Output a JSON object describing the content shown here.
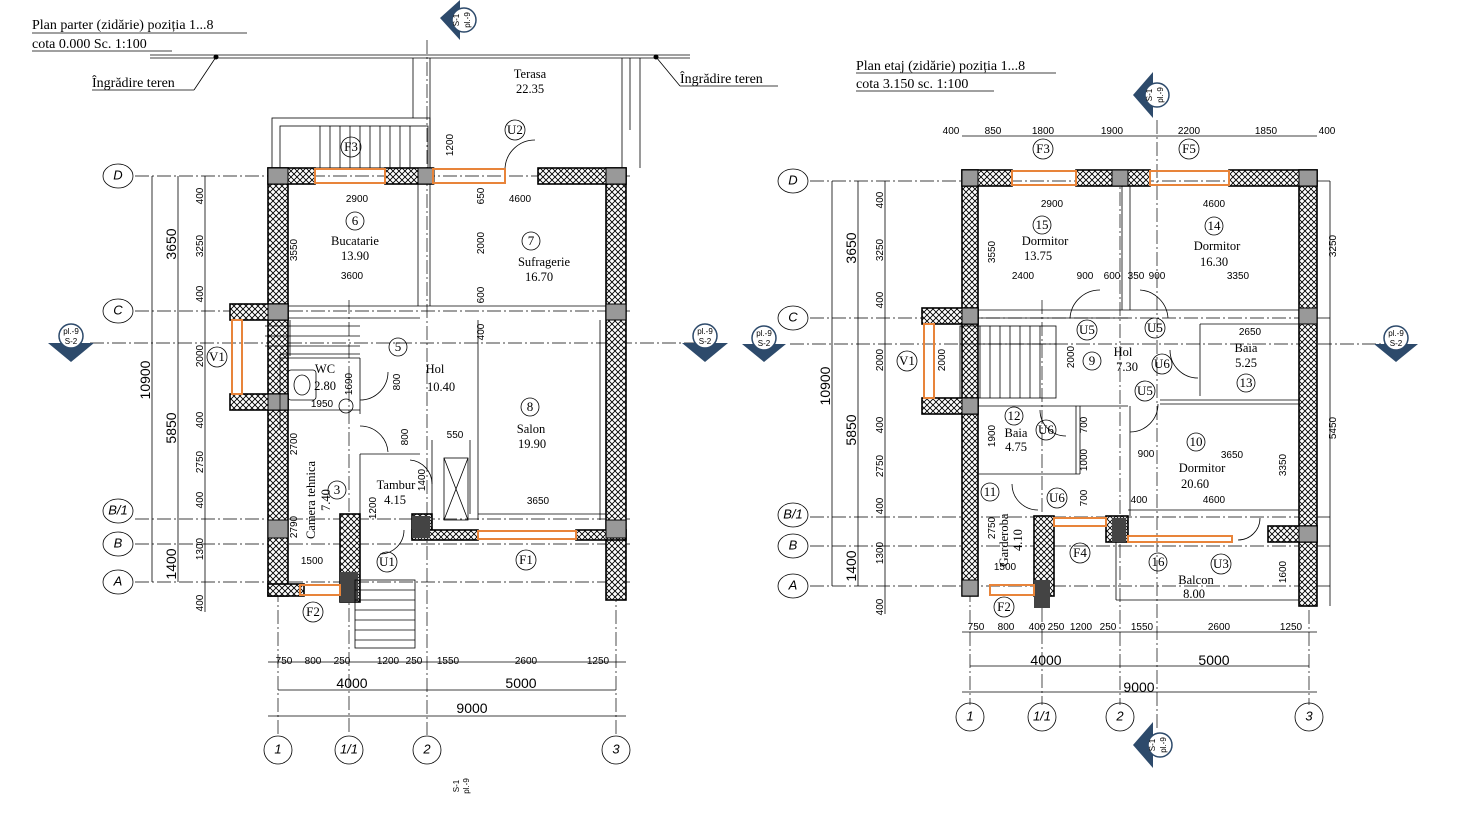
{
  "ground": {
    "title_line1": "Plan parter (zidărie) poziția 1...8",
    "title_line2": "cota  0.000 Sc. 1:100",
    "fence_left": "Îngrădire teren",
    "fence_right": "Îngrădire teren",
    "terrace": {
      "name": "Terasa",
      "area": "22.35"
    },
    "rooms": [
      {
        "num": "6",
        "name": "Bucatarie",
        "area": "13.90"
      },
      {
        "num": "7",
        "name": "Sufragerie",
        "area": "16.70"
      },
      {
        "num": "5",
        "name": "Hol",
        "area": "10.40"
      },
      {
        "num": "8",
        "name": "Salon",
        "area": "19.90"
      },
      {
        "num": "3",
        "name": "Tambur",
        "area": "4.15"
      },
      {
        "num": "",
        "name": "WC",
        "area": "2.80"
      },
      {
        "num": "",
        "name": "Camera tehnica",
        "area": "7.40"
      }
    ],
    "openings": [
      "F3",
      "U2",
      "V1",
      "U1",
      "F1",
      "F2"
    ],
    "top_dims": [
      "2900",
      "4600",
      "3600"
    ],
    "inner_dims": [
      "1200",
      "650",
      "2000",
      "600",
      "400",
      "1950",
      "800",
      "800",
      "550",
      "1400",
      "1200",
      "2700",
      "2790",
      "1500",
      "3650",
      "1690",
      "3550"
    ],
    "left_dims_small": [
      "400",
      "3250",
      "400",
      "2000",
      "400",
      "2750",
      "400",
      "1300",
      "400"
    ],
    "left_dims_mid": [
      "3650",
      "5850",
      "1400"
    ],
    "left_dim_total": "10900",
    "bottom_dims_small": [
      "750",
      "800",
      "250",
      "1200",
      "250",
      "1550",
      "2600",
      "1250"
    ],
    "bottom_dims_mid": [
      "4000",
      "5000"
    ],
    "bottom_dim_total": "9000",
    "axes_h": [
      "D",
      "C",
      "B/1",
      "B",
      "A"
    ],
    "axes_v": [
      "1",
      "1/1",
      "2",
      "3"
    ]
  },
  "upper": {
    "title_line1": "Plan etaj (zidărie) poziția 1...8",
    "title_line2": "cota  3.150 sc. 1:100",
    "rooms": [
      {
        "num": "15",
        "name": "Dormitor",
        "area": "13.75"
      },
      {
        "num": "14",
        "name": "Dormitor",
        "area": "16.30"
      },
      {
        "num": "9",
        "name": "Hol",
        "area": "7.30"
      },
      {
        "num": "13",
        "name": "Baia",
        "area": "5.25"
      },
      {
        "num": "12",
        "name": "Baia",
        "area": "4.75"
      },
      {
        "num": "10",
        "name": "Dormitor",
        "area": "20.60"
      },
      {
        "num": "11",
        "name": "Garderoba",
        "area": "4.10"
      },
      {
        "num": "16",
        "name": "Balcon",
        "area": "8.00"
      }
    ],
    "openings": [
      "F3",
      "F5",
      "V1",
      "U5",
      "U5",
      "U6",
      "U5",
      "U6",
      "U6",
      "F4",
      "U3",
      "F2"
    ],
    "top_dims": [
      "400",
      "850",
      "1800",
      "1900",
      "2200",
      "1850",
      "400"
    ],
    "inner_dims": [
      "2900",
      "4600",
      "2400",
      "900",
      "600",
      "350",
      "900",
      "3350",
      "2650",
      "3650",
      "4600",
      "400",
      "900",
      "700",
      "1000",
      "700",
      "1900",
      "2750",
      "3550",
      "3250",
      "5450",
      "3350",
      "1600",
      "1500",
      "2000",
      "2000"
    ],
    "left_dims_small": [
      "400",
      "3250",
      "400",
      "2000",
      "400",
      "2750",
      "400",
      "1300",
      "400"
    ],
    "left_dims_mid": [
      "3650",
      "5850",
      "1400"
    ],
    "left_dim_total": "10900",
    "bottom_dims_small": [
      "750",
      "800",
      "400",
      "250",
      "1200",
      "250",
      "1550",
      "2600",
      "1250"
    ],
    "bottom_dims_mid": [
      "4000",
      "5000"
    ],
    "bottom_dim_total": "9000",
    "axes_h": [
      "D",
      "C",
      "B/1",
      "B",
      "A"
    ],
    "axes_v": [
      "1",
      "1/1",
      "2",
      "3"
    ]
  },
  "section_marks": {
    "s1": "S-1",
    "s2": "S-2",
    "pl": "pl.-9"
  },
  "colors": {
    "line": "#000000",
    "window": "#e8843a",
    "hatch": "#000000",
    "background": "#ffffff"
  }
}
